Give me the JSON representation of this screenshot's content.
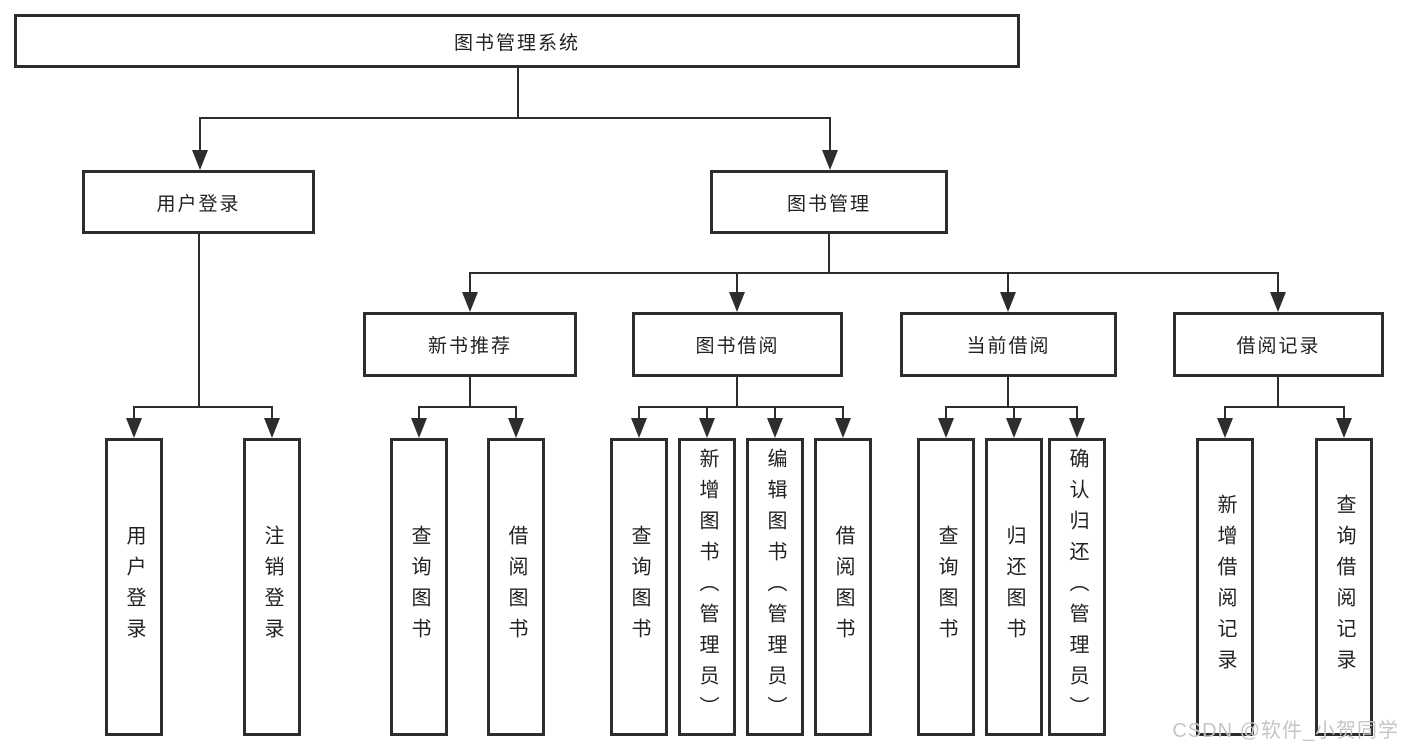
{
  "tree": {
    "label": "图书管理系统",
    "children": [
      {
        "label": "用户登录",
        "children": [
          {
            "label": "用户登录"
          },
          {
            "label": "注销登录"
          }
        ]
      },
      {
        "label": "图书管理",
        "children": [
          {
            "label": "新书推荐",
            "children": [
              {
                "label": "查询图书"
              },
              {
                "label": "借阅图书"
              }
            ]
          },
          {
            "label": "图书借阅",
            "children": [
              {
                "label": "查询图书"
              },
              {
                "label": "新增图书（管理员）"
              },
              {
                "label": "编辑图书（管理员）"
              },
              {
                "label": "借阅图书"
              }
            ]
          },
          {
            "label": "当前借阅",
            "children": [
              {
                "label": "查询图书"
              },
              {
                "label": "归还图书"
              },
              {
                "label": "确认归还（管理员）"
              }
            ]
          },
          {
            "label": "借阅记录",
            "children": [
              {
                "label": "新增借阅记录"
              },
              {
                "label": "查询借阅记录"
              }
            ]
          }
        ]
      }
    ]
  },
  "watermark": {
    "text": "CSDN @软件_小贺同学"
  },
  "colors": {
    "line": "#2d2d2d",
    "box_background": "#ffffff",
    "text": "#222222",
    "watermark_text": "#c6c6c6"
  }
}
